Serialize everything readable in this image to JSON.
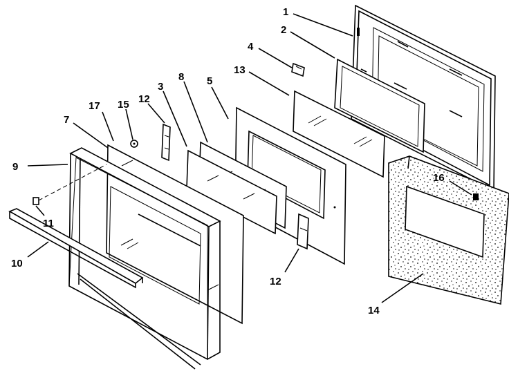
{
  "callouts": [
    {
      "id": "c1",
      "text": "1"
    },
    {
      "id": "c2",
      "text": "2"
    },
    {
      "id": "c4",
      "text": "4"
    },
    {
      "id": "c13",
      "text": "13"
    },
    {
      "id": "c8",
      "text": "8"
    },
    {
      "id": "c5",
      "text": "5"
    },
    {
      "id": "c3",
      "text": "3"
    },
    {
      "id": "c12a",
      "text": "12"
    },
    {
      "id": "c17",
      "text": "17"
    },
    {
      "id": "c15",
      "text": "15"
    },
    {
      "id": "c7",
      "text": "7"
    },
    {
      "id": "c9",
      "text": "9"
    },
    {
      "id": "c16",
      "text": "16"
    },
    {
      "id": "c11",
      "text": "11"
    },
    {
      "id": "c10",
      "text": "10"
    },
    {
      "id": "c12b",
      "text": "12"
    },
    {
      "id": "c14",
      "text": "14"
    }
  ]
}
